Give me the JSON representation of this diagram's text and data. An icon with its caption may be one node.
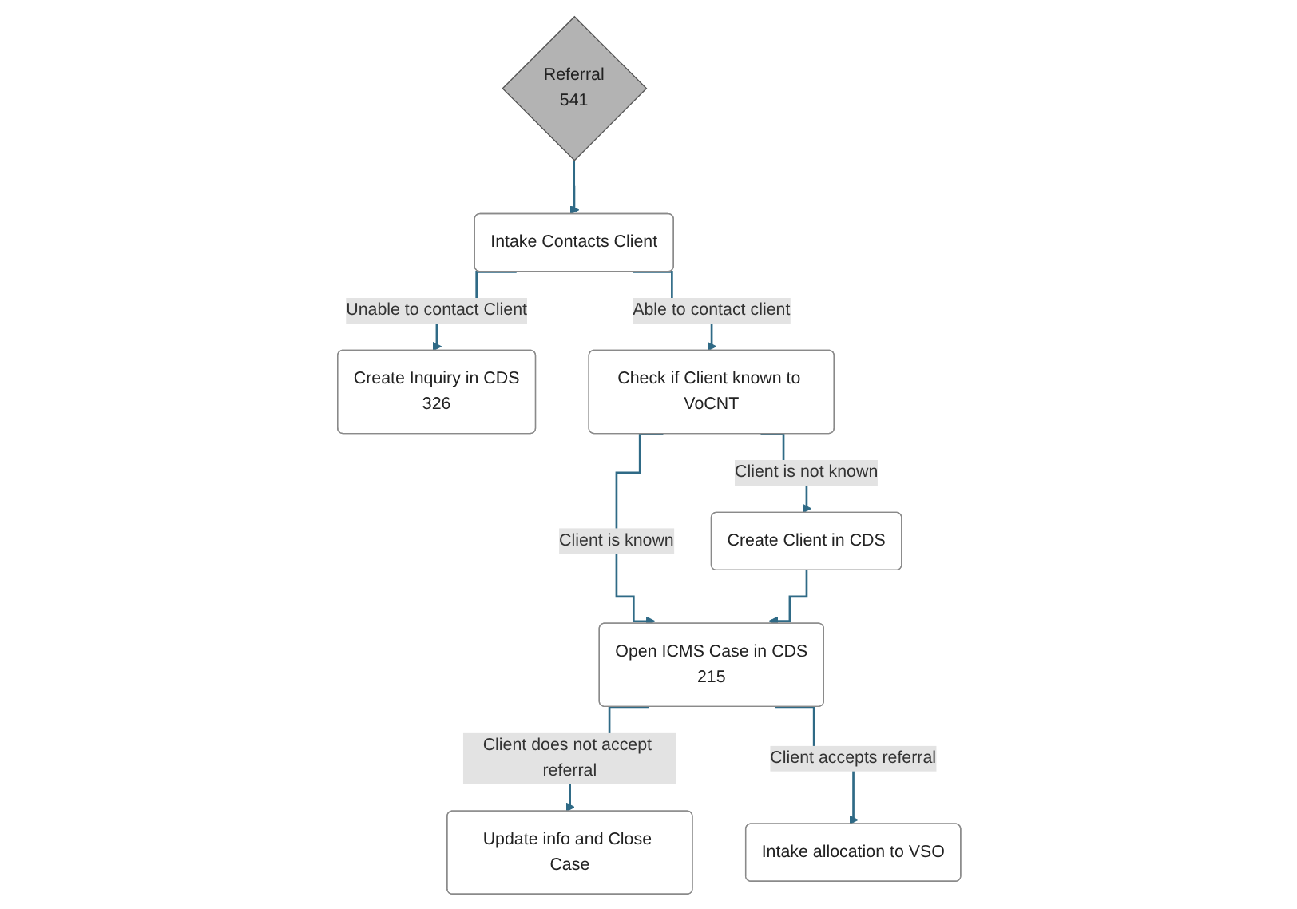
{
  "diagram": {
    "nodes": [
      {
        "text": [
          "Referral",
          "541"
        ]
      },
      {
        "text": [
          "Intake Contacts Client"
        ]
      },
      {
        "text": [
          "Create Inquiry in CDS",
          "326"
        ]
      },
      {
        "text": [
          "Check if Client known to VoCNT"
        ]
      },
      {
        "text": [
          "Create Client in CDS"
        ]
      },
      {
        "text": [
          "Open ICMS Case in CDS",
          "215"
        ]
      },
      {
        "text": [
          "Update info and Close Case"
        ]
      },
      {
        "text": [
          "Intake allocation to VSO"
        ]
      }
    ],
    "edges": [
      {
        "from": 0,
        "to": 1,
        "arrow": "to"
      },
      {
        "from": 1,
        "to": 2,
        "arrow": "to",
        "label": "Unable to contact Client"
      },
      {
        "from": 1,
        "to": 3,
        "arrow": "to",
        "label": "Able to contact client"
      },
      {
        "from": 3,
        "to": 5,
        "arrow": "to",
        "label": "Client is known"
      },
      {
        "from": 3,
        "to": 4,
        "arrow": "to",
        "label": "Client is not known"
      },
      {
        "from": 4,
        "to": 5,
        "arrow": "to"
      },
      {
        "from": 5,
        "to": 6,
        "arrow": "to",
        "label": "Client does not accept referral"
      },
      {
        "from": 5,
        "to": 7,
        "arrow": "to",
        "label": "Client accepts referral"
      }
    ]
  }
}
